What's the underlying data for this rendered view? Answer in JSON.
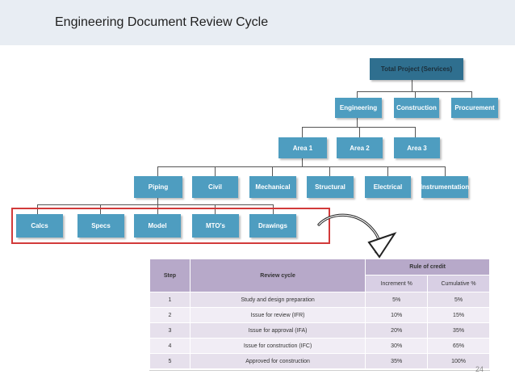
{
  "slide": {
    "title": "Engineering Document Review Cycle",
    "page_number": "24"
  },
  "org_chart": {
    "root": "Total Project (Services)",
    "level2": [
      "Engineering",
      "Construction",
      "Procurement"
    ],
    "areas": [
      "Area 1",
      "Area 2",
      "Area 3"
    ],
    "disciplines": [
      "Piping",
      "Civil",
      "Mechanical",
      "Structural",
      "Electrical",
      "Instrumentation"
    ],
    "deliverables": [
      "Calcs",
      "Specs",
      "Model",
      "MTO's",
      "Drawings"
    ]
  },
  "review_table": {
    "headers": {
      "step": "Step",
      "review_cycle": "Review cycle",
      "rule_of_credit": "Rule of credit",
      "increment": "Increment %",
      "cumulative": "Cumulative %"
    },
    "rows": [
      {
        "step": "1",
        "cycle": "Study and design preparation",
        "increment": "5%",
        "cumulative": "5%"
      },
      {
        "step": "2",
        "cycle": "Issue for review (IFR)",
        "increment": "10%",
        "cumulative": "15%"
      },
      {
        "step": "3",
        "cycle": "Issue for approval (IFA)",
        "increment": "20%",
        "cumulative": "35%"
      },
      {
        "step": "4",
        "cycle": "Issue for construction (IFC)",
        "increment": "30%",
        "cumulative": "65%"
      },
      {
        "step": "5",
        "cycle": "Approved for construction",
        "increment": "35%",
        "cumulative": "100%"
      }
    ]
  },
  "colors": {
    "node": "#4e9dc0",
    "highlight_box": "#d23a3a",
    "table_header": "#b7a9c9"
  }
}
